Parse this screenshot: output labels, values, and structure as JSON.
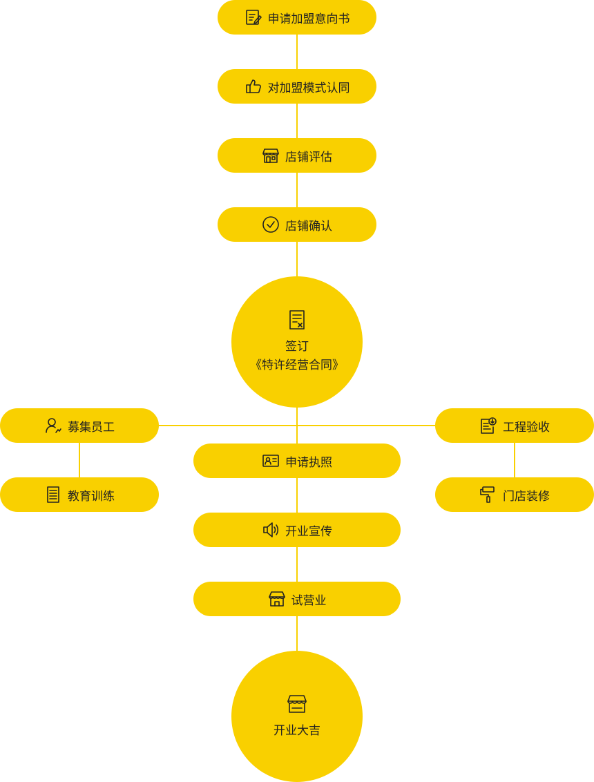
{
  "steps": {
    "apply_letter": "申请加盟意向书",
    "approve_model": "对加盟模式认同",
    "store_evaluation": "店铺评估",
    "store_confirm": "店铺确认",
    "sign_contract_line1": "签订",
    "sign_contract_line2": "《特许经营合同》",
    "recruit_staff": "募集员工",
    "training": "教育训练",
    "apply_license": "申请执照",
    "opening_promotion": "开业宣传",
    "trial_operation": "试营业",
    "engineering_acceptance": "工程验收",
    "store_decoration": "门店装修",
    "grand_opening": "开业大吉"
  },
  "colors": {
    "accent": "#f9d000",
    "text": "#222222"
  },
  "icons": {
    "apply_letter": "edit-document-icon",
    "approve_model": "thumbs-up-icon",
    "store_evaluation": "storefront-icon",
    "store_confirm": "check-circle-icon",
    "sign_contract": "contract-icon",
    "recruit_staff": "user-icon",
    "training": "list-document-icon",
    "apply_license": "id-card-icon",
    "opening_promotion": "speaker-icon",
    "trial_operation": "shop-icon",
    "engineering_acceptance": "download-document-icon",
    "store_decoration": "paint-roller-icon",
    "grand_opening": "store-icon"
  }
}
